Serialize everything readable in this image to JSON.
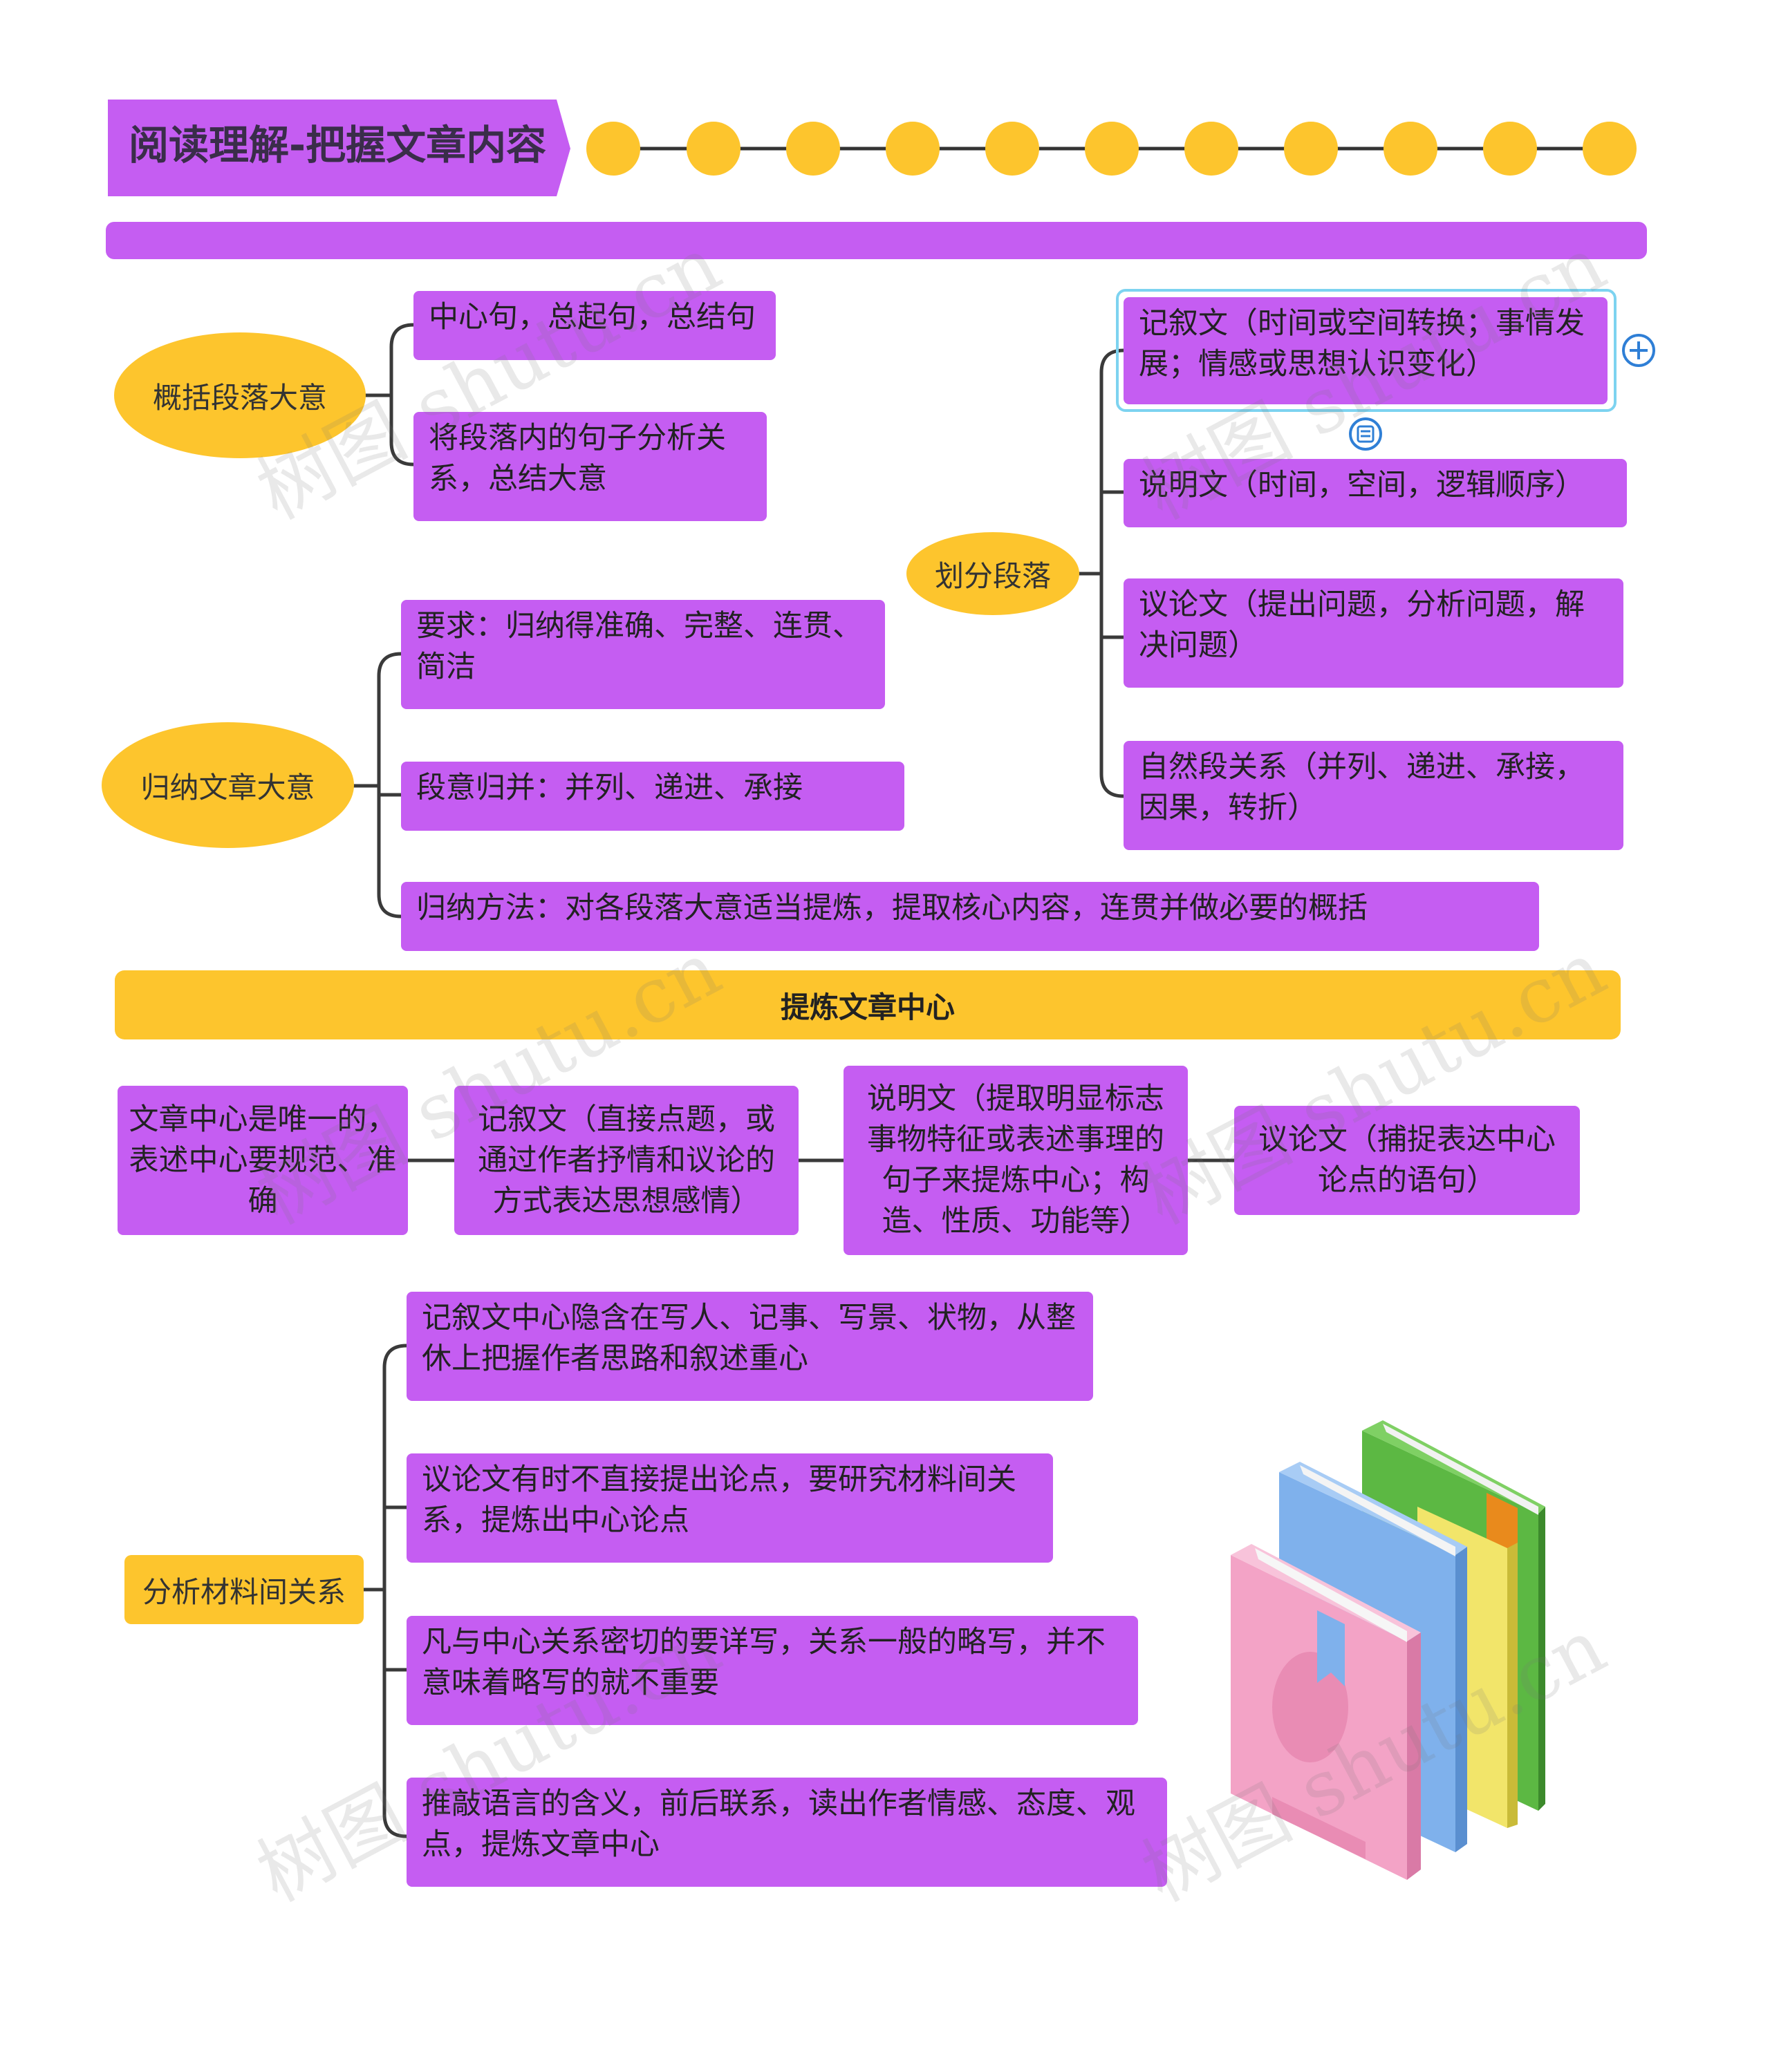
{
  "title": "阅读理解-把握文章内容",
  "sections": {
    "summarize_paragraph": {
      "label": "概括段落大意",
      "items": [
        "中心句，总起句，总结句",
        "将段落内的句子分析关系，总结大意"
      ]
    },
    "summarize_article": {
      "label": "归纳文章大意",
      "items": [
        "要求：归纳得准确、完整、连贯、简洁",
        "段意归并：并列、递进、承接",
        "归纳方法：对各段落大意适当提炼，提取核心内容，连贯并做必要的概括"
      ]
    },
    "divide_paragraphs": {
      "label": "划分段落",
      "items": [
        "记叙文（时间或空间转换；事情发展；情感或思想认识变化）",
        "说明文（时间，空间，逻辑顺序）",
        "议论文（提出问题，分析问题，解决问题）",
        "自然段关系（并列、递进、承接，因果，转折）"
      ]
    },
    "central_idea": {
      "banner": "提炼文章中心",
      "items": [
        "文章中心是唯一的，表述中心要规范、准确",
        "记叙文（直接点题，或通过作者抒情和议论的方式表达思想感情）",
        "说明文（提取明显标志事物特征或表述事理的句子来提炼中心；构造、性质、功能等）",
        "议论文（捕捉表达中心论点的语句）"
      ]
    },
    "analyze_material": {
      "label": "分析材料间关系",
      "items": [
        "记叙文中心隐含在写人、记事、写景、状物，从整休上把握作者思路和叙述重心",
        "议论文有时不直接提出论点，要研究材料间关系，提炼出中心论点",
        "凡与中心关系密切的要详写，关系一般的略写，并不意味着略写的就不重要",
        "推敲语言的含义，前后联系，读出作者情感、态度、观点，提炼文章中心"
      ]
    }
  },
  "watermark": "树图 shutu.cn",
  "colors": {
    "purple": "#c55df2",
    "yellow": "#fdc52d",
    "connector": "#3a3a3a",
    "select": "#7dd3f0",
    "icon": "#2f7fd6"
  },
  "icons": {
    "expand": "plus-circle-icon",
    "note": "note-icon",
    "illustration": "books-icon"
  }
}
